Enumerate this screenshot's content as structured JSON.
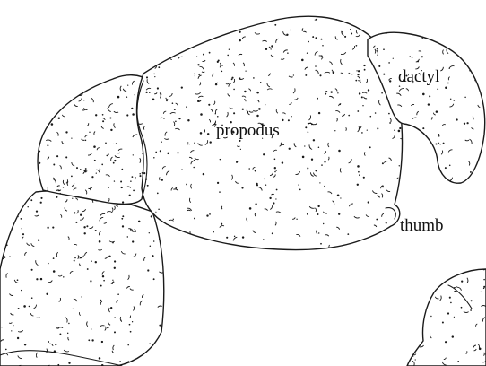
{
  "labels": {
    "propodus": "propodus",
    "dactyl": "dactyl",
    "thumb": "thumb"
  },
  "style": {
    "ink": "#1a1a1a",
    "paper": "#ffffff"
  }
}
